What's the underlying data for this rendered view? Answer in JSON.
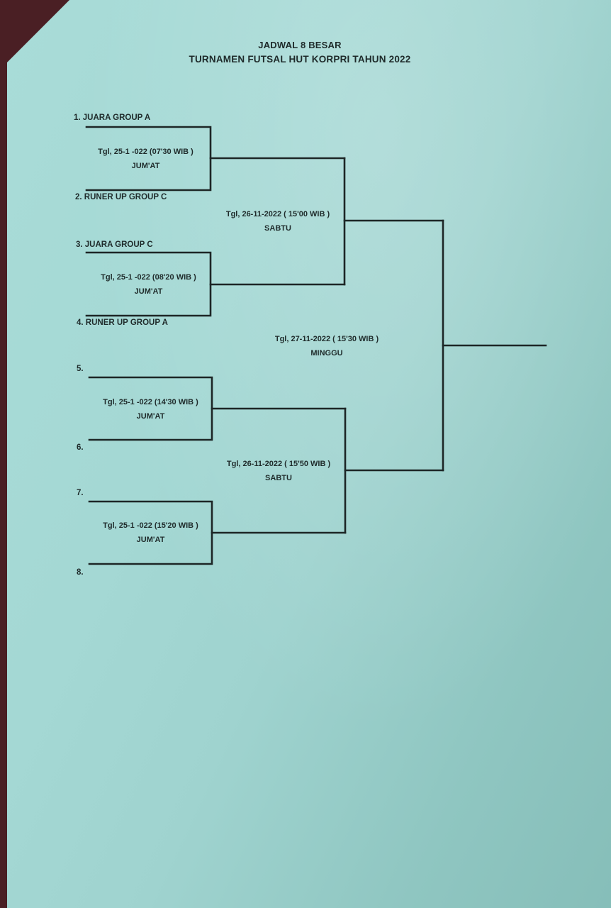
{
  "header": {
    "line1": "JADWAL 8 BESAR",
    "line2": "TURNAMEN FUTSAL HUT KORPRI TAHUN 2022"
  },
  "teams": [
    "1. JUARA GROUP A",
    "2. RUNER UP GROUP C",
    "3. JUARA GROUP C",
    "4. RUNER UP GROUP A",
    "5.",
    "6.",
    "7.",
    "8."
  ],
  "quarterfinals": [
    {
      "date": "Tgl, 25-1 -022 (07'30 WIB )",
      "day": "JUM'AT"
    },
    {
      "date": "Tgl, 25-1 -022 (08'20 WIB )",
      "day": "JUM'AT"
    },
    {
      "date": "Tgl, 25-1 -022 (14'30 WIB )",
      "day": "JUM'AT"
    },
    {
      "date": "Tgl, 25-1 -022 (15'20 WIB )",
      "day": "JUM'AT"
    }
  ],
  "semifinals": [
    {
      "date": "Tgl, 26-11-2022 ( 15'00 WIB )",
      "day": "SABTU"
    },
    {
      "date": "Tgl, 26-11-2022 ( 15'50 WIB )",
      "day": "SABTU"
    }
  ],
  "final": {
    "date": "Tgl, 27-11-2022 ( 15'30 WIB )",
    "day": "MINGGU"
  }
}
